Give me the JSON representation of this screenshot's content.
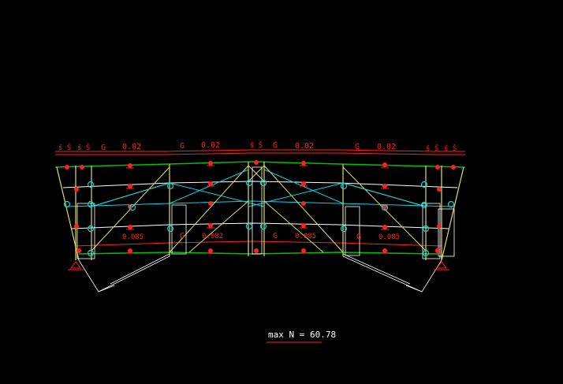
{
  "top_labels": [
    "š Š",
    "š Š",
    "G",
    "0.02",
    "G",
    "0.02",
    "š Š",
    "G",
    "0.02",
    "G",
    "0.02",
    "š Š",
    "š Š"
  ],
  "lower_labels": [
    "0.085",
    "G",
    "0.082",
    "G",
    "0.085",
    "G",
    "0.085"
  ],
  "result": {
    "text": "max N = 60.78"
  },
  "colors": {
    "background": "#000000",
    "chord_green": "#00c000",
    "diagonal_yellow": "#e0e060",
    "diagonal_cyan": "#00d8e8",
    "load_red": "#ff2020",
    "outline_white": "#ffffff"
  }
}
